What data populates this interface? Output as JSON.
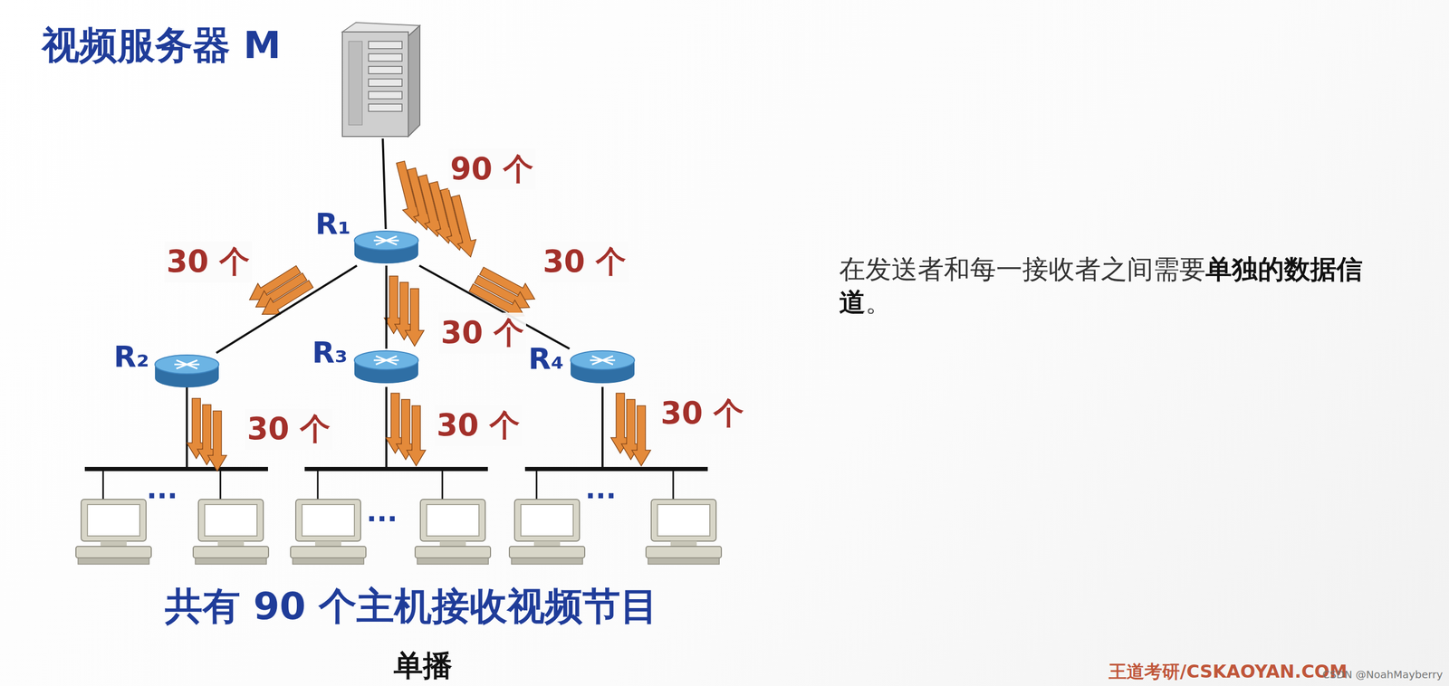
{
  "diagram": {
    "caption": "共有 90 个主机接收视频节目",
    "nodes": [
      {
        "text": [
          "视频服务器 M"
        ]
      },
      {
        "text": [
          "R₁"
        ]
      },
      {
        "text": [
          "R₂"
        ]
      },
      {
        "text": [
          "R₃"
        ]
      },
      {
        "text": [
          "R₄"
        ]
      }
    ],
    "edges": [
      {
        "from": 0,
        "to": 1,
        "arrow": "none"
      },
      {
        "from": 1,
        "to": 2,
        "arrow": "none"
      },
      {
        "from": 1,
        "to": 3,
        "arrow": "none"
      },
      {
        "from": 1,
        "to": 4,
        "arrow": "none"
      }
    ],
    "labels": [
      "90 个",
      "30 个",
      "30 个",
      "30 个",
      "30 个",
      "30 个",
      "30 个",
      "···",
      "···",
      "···",
      "单播",
      "在发送者和每一接收者之间需要",
      "单独的数据信道",
      "。",
      "王道考研/CSKAOYAN.COM",
      "CSDN @NoahMayberry"
    ]
  }
}
